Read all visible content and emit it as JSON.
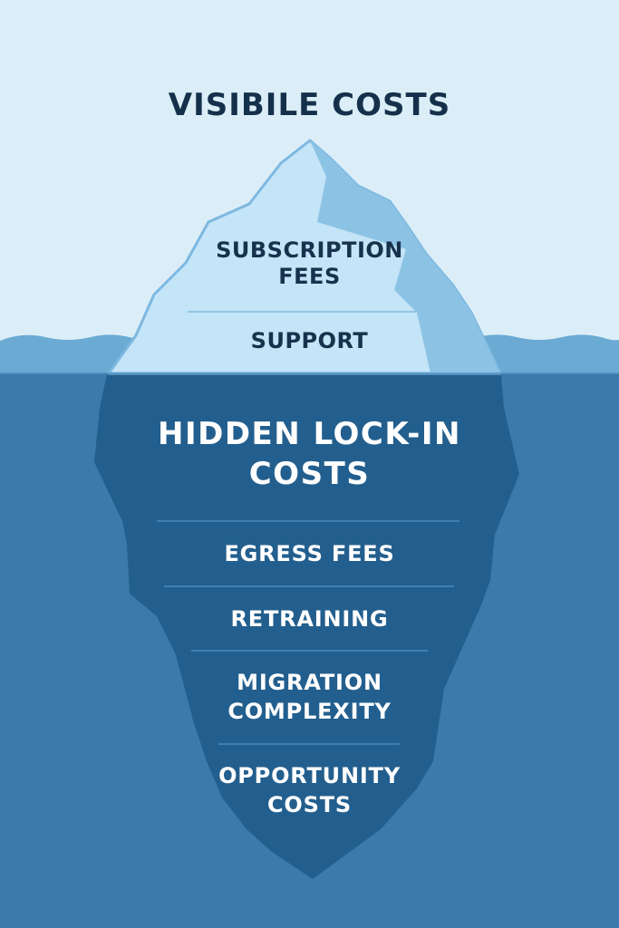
{
  "diagram": {
    "type": "iceberg",
    "colors": {
      "sky": "#dbeef8",
      "shallow_water": "#6aaad3",
      "deep_water": "#3b7aaa",
      "ice_light": "#c4e4f7",
      "ice_shade": "#8cc3e5",
      "ice_outline": "#7db8e0",
      "underwater_ice": "#235f8e",
      "dark_text": "#15304a",
      "light_text": "#ffffff"
    }
  },
  "visible": {
    "title": "VISIBILE COSTS",
    "items": [
      {
        "label_line1": "SUBSCRIPTION",
        "label_line2": "FEES"
      },
      {
        "label_line1": "SUPPORT"
      }
    ]
  },
  "hidden": {
    "title_line1": "HIDDEN LOCK-IN",
    "title_line2": "COSTS",
    "items": [
      {
        "label_line1": "EGRESS FEES"
      },
      {
        "label_line1": "RETRAINING"
      },
      {
        "label_line1": "MIGRATION",
        "label_line2": "COMPLEXITY"
      },
      {
        "label_line1": "OPPORTUNITY",
        "label_line2": "COSTS"
      }
    ]
  }
}
